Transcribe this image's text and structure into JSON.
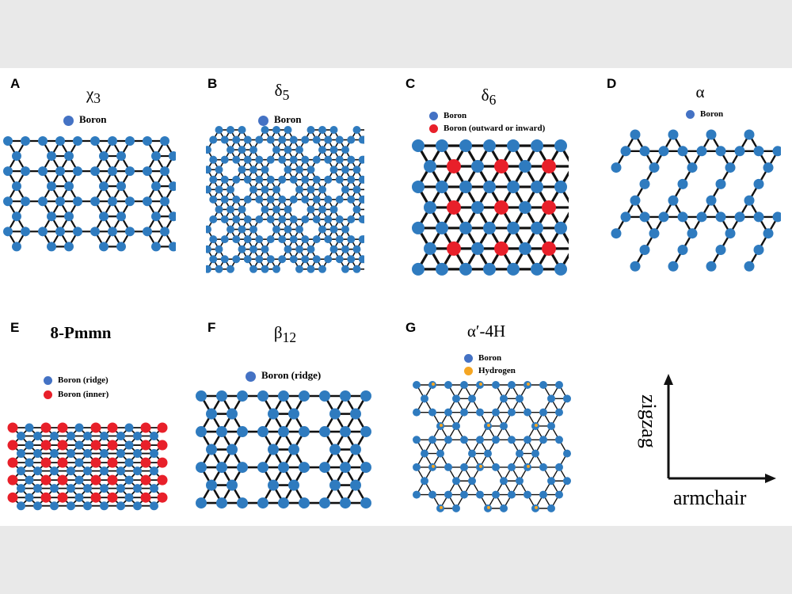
{
  "colors": {
    "boron": "#2f7bbf",
    "boron_legend": "#4472c4",
    "red": "#e8202a",
    "hydrogen": "#f5a623",
    "bond": "#111111"
  },
  "panels": [
    {
      "letter": "A",
      "title": "χ",
      "sub": "3",
      "legend": [
        {
          "label": "Boron",
          "color": "#4472c4"
        }
      ]
    },
    {
      "letter": "B",
      "title": "δ",
      "sub": "5",
      "legend": [
        {
          "label": "Boron",
          "color": "#4472c4"
        }
      ]
    },
    {
      "letter": "C",
      "title": "δ",
      "sub": "6",
      "legend": [
        {
          "label": "Boron",
          "color": "#4472c4"
        },
        {
          "label": "Boron (outward or inward)",
          "color": "#e8202a"
        }
      ]
    },
    {
      "letter": "D",
      "title": "α",
      "sub": "",
      "legend": [
        {
          "label": "Boron",
          "color": "#4472c4"
        }
      ]
    },
    {
      "letter": "E",
      "title": "8-Pmmn",
      "sub": "",
      "legend": [
        {
          "label": "Boron (ridge)",
          "color": "#4472c4"
        },
        {
          "label": "Boron (inner)",
          "color": "#e8202a"
        }
      ]
    },
    {
      "letter": "F",
      "title": "β",
      "sub": "12",
      "legend": [
        {
          "label": "Boron (ridge)",
          "color": "#4472c4"
        }
      ]
    },
    {
      "letter": "G",
      "title": "α′-4H",
      "sub": "",
      "legend": [
        {
          "label": "Boron",
          "color": "#4472c4"
        },
        {
          "label": "Hydrogen",
          "color": "#f5a623"
        }
      ]
    }
  ],
  "axes": {
    "vertical": "zigzag",
    "horizontal": "armchair"
  }
}
